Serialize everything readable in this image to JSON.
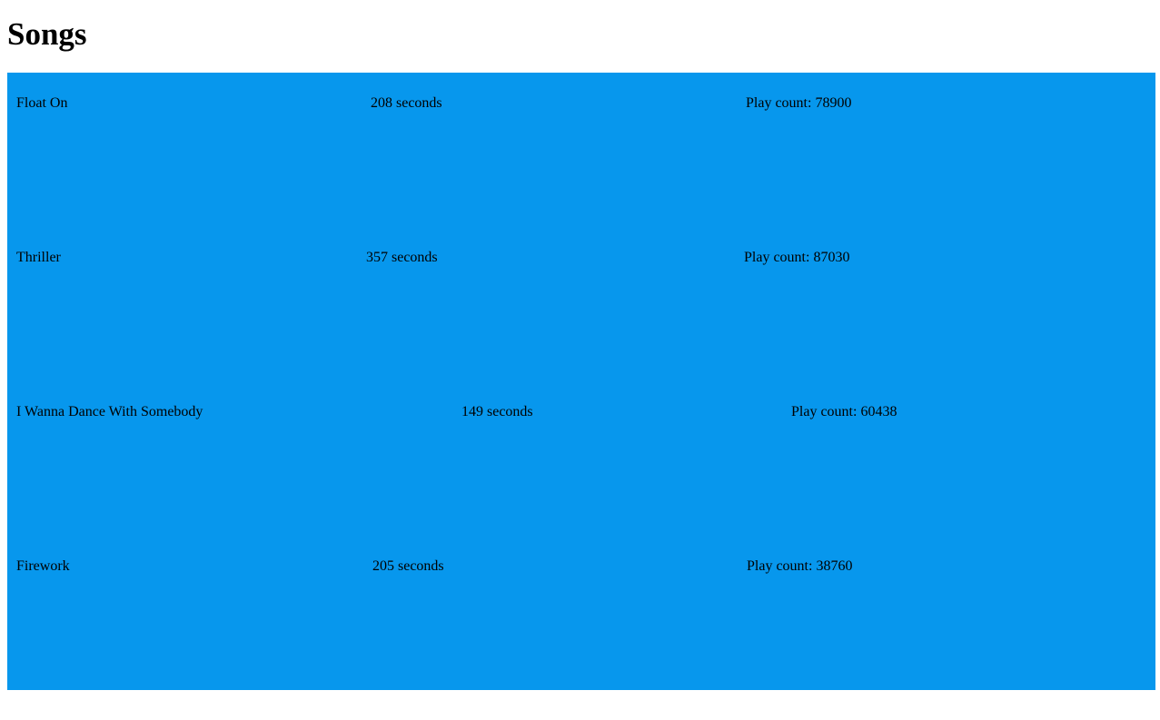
{
  "page": {
    "title": "Songs"
  },
  "colors": {
    "panel_background": "#0797ed",
    "text": "#000000",
    "page_background": "#ffffff"
  },
  "songs": [
    {
      "title": "Float On",
      "duration": "208 seconds",
      "play_count": "Play count: 78900"
    },
    {
      "title": "Thriller",
      "duration": "357 seconds",
      "play_count": "Play count: 87030"
    },
    {
      "title": "I Wanna Dance With Somebody",
      "duration": "149 seconds",
      "play_count": "Play count: 60438"
    },
    {
      "title": "Firework",
      "duration": "205 seconds",
      "play_count": "Play count: 38760"
    }
  ]
}
